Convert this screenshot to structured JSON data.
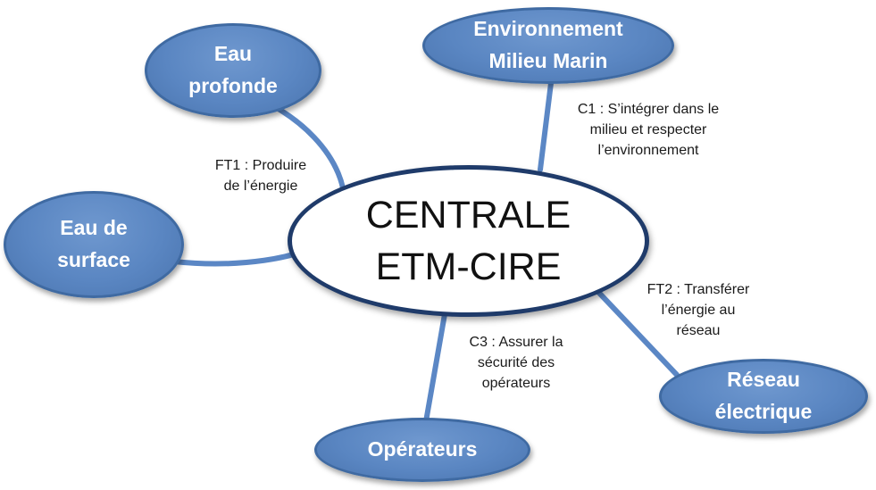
{
  "center": {
    "lines": [
      "CENTRALE",
      "ETM-CIRE"
    ]
  },
  "nodes": {
    "eau_profonde": {
      "lines": [
        "Eau",
        "profonde"
      ]
    },
    "environnement": {
      "lines": [
        "Environnement",
        "Milieu Marin"
      ]
    },
    "eau_surface": {
      "lines": [
        "Eau de",
        "surface"
      ]
    },
    "reseau": {
      "lines": [
        "Réseau",
        "électrique"
      ]
    },
    "operateurs": {
      "lines": [
        "Opérateurs"
      ]
    }
  },
  "functions": {
    "ft1": {
      "lines": [
        "FT1 : Produire",
        "de l’énergie"
      ]
    },
    "c1": {
      "lines": [
        "C1 : S’intégrer dans le",
        "milieu et respecter",
        "l’environnement"
      ]
    },
    "ft2": {
      "lines": [
        "FT2 : Transférer",
        "l’énergie au",
        "réseau"
      ]
    },
    "c3": {
      "lines": [
        "C3 : Assurer la",
        "sécurité des",
        "opérateurs"
      ]
    }
  },
  "colors": {
    "node_fill": "#5a86c2",
    "node_border": "#3f6aa2",
    "link": "#5b87c5",
    "center_border": "#1f3b6a"
  }
}
